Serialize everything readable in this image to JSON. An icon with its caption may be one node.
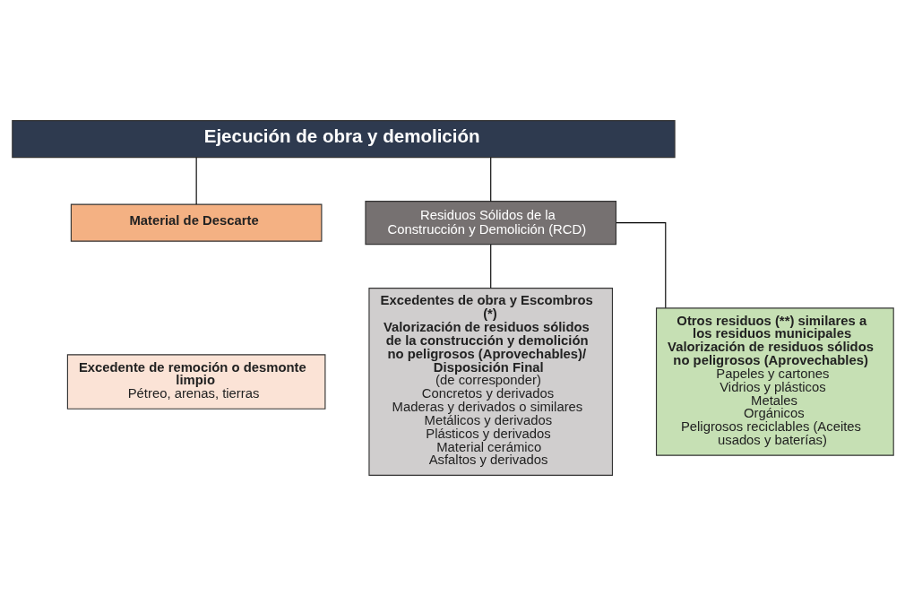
{
  "diagram": {
    "nodes": [
      {
        "text": [
          "Ejecución de obra y demolición"
        ]
      },
      {
        "text": [
          "Material de Descarte"
        ]
      },
      {
        "text": [
          "Excedente de remoción o desmonte limpio",
          "Pétreo, arenas, tierras"
        ]
      },
      {
        "text": [
          "Residuos Sólidos de la Construcción y Demolición (RCD)"
        ]
      },
      {
        "text": [
          "Excedentes de obra y Escombros (*)",
          "Valorización de residuos sólidos de la construcción y demolición no peligrosos (Aprovechables)/",
          "Disposición Final",
          "(de corresponder)",
          "Concretos y derivados",
          "Maderas y derivados o similares",
          "Metálicos y derivados",
          "Plásticos y derivados",
          "Material cerámico",
          "Asfaltos y derivados"
        ]
      },
      {
        "text": [
          "Otros residuos (**) similares a los residuos municipales",
          "Valorización de residuos sólidos no peligrosos (Aprovechables)",
          "Papeles y cartones",
          "Vidrios y plásticos",
          "Metales",
          "Orgánicos",
          "Peligrosos reciclables (Aceites usados y baterías)"
        ]
      }
    ],
    "edges": [
      {
        "from": 0,
        "to": 1,
        "arrow": "none"
      },
      {
        "from": 0,
        "to": 3,
        "arrow": "none"
      },
      {
        "from": 3,
        "to": 4,
        "arrow": "none"
      },
      {
        "from": 3,
        "to": 5,
        "arrow": "none"
      }
    ]
  }
}
